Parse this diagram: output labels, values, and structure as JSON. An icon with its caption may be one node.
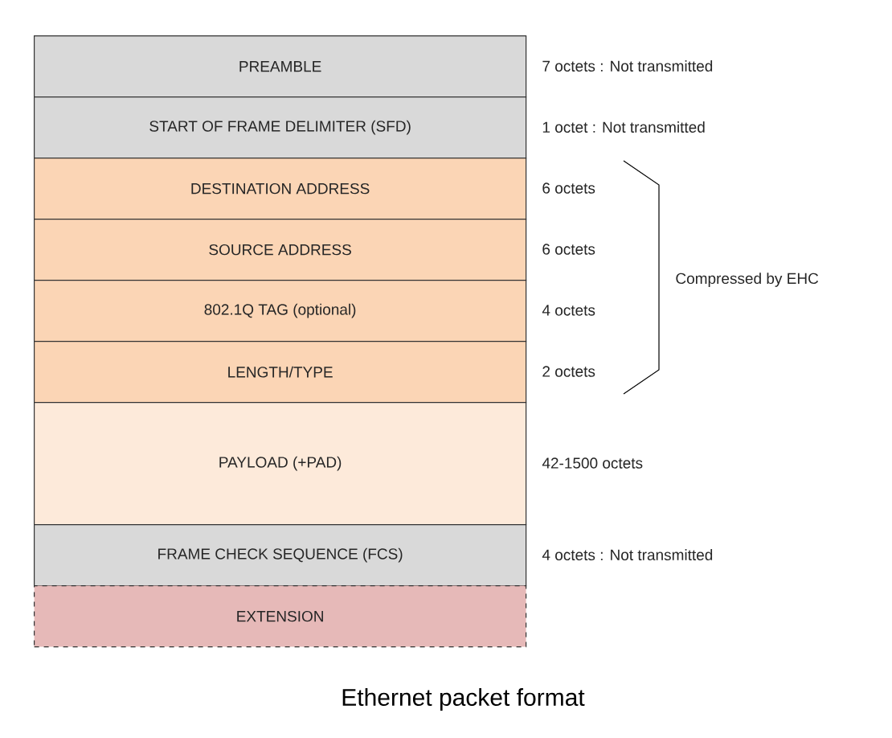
{
  "diagram": {
    "caption": "Ethernet packet format",
    "nodes": [
      {
        "text": [
          "PREAMBLE"
        ],
        "beside": [
          "7 octets : Not transmitted"
        ]
      },
      {
        "text": [
          "START OF FRAME DELIMITER (SFD)"
        ],
        "beside": [
          "1 octet : Not transmitted"
        ]
      },
      {
        "text": [
          "DESTINATION ADDRESS"
        ],
        "beside": [
          "6 octets"
        ]
      },
      {
        "text": [
          "SOURCE ADDRESS"
        ],
        "beside": [
          "6 octets"
        ]
      },
      {
        "text": [
          "802.1Q TAG (optional)"
        ],
        "beside": [
          "4 octets"
        ]
      },
      {
        "text": [
          "LENGTH/TYPE"
        ],
        "beside": [
          "2 octets"
        ]
      },
      {
        "text": [
          "PAYLOAD (+PAD)"
        ],
        "beside": [
          "42-1500 octets"
        ]
      },
      {
        "text": [
          "FRAME CHECK SEQUENCE (FCS)"
        ],
        "beside": [
          "4 octets : Not transmitted"
        ]
      },
      {
        "text": [
          "EXTENSION"
        ]
      }
    ],
    "labels": [
      "Compressed by EHC"
    ]
  }
}
